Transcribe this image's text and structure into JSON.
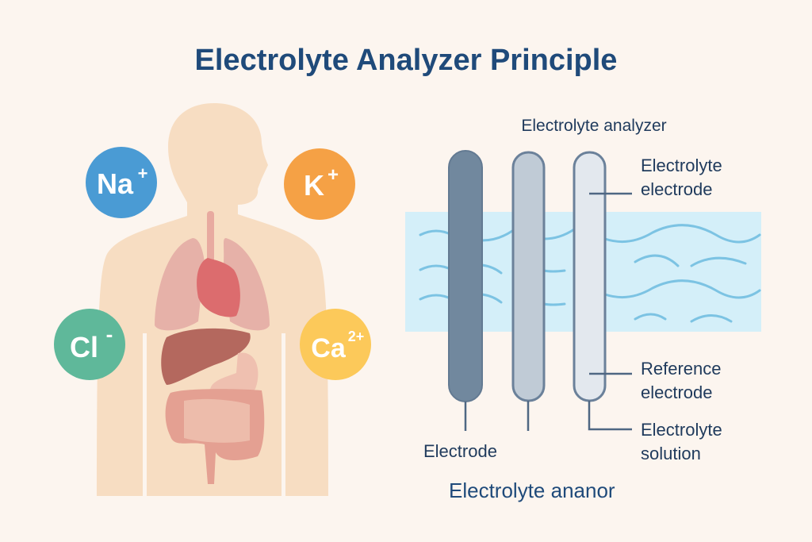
{
  "title": "Electrolyte Analyzer Principle",
  "ions": [
    {
      "symbol": "Na",
      "charge": "+",
      "color": "#4a9bd4"
    },
    {
      "symbol": "K",
      "charge": "+",
      "color": "#f5a145"
    },
    {
      "symbol": "Cl",
      "charge": "-",
      "color": "#5fb89a"
    },
    {
      "symbol": "Ca",
      "charge": "2+",
      "color": "#fcc95a"
    }
  ],
  "analyzer": {
    "heading": "Electrolyte analyzer",
    "labels": {
      "electrolyte_electrode": [
        "Electrolyte",
        "electrode"
      ],
      "reference_electrode": [
        "Reference",
        "electrode"
      ],
      "electrolyte_solution": [
        "Electrolyte",
        "solution"
      ],
      "electrode": "Electrode"
    },
    "caption": "Electrolyte ananor"
  },
  "colors": {
    "title": "#1f4a7a",
    "solution": "#d4eff9",
    "wave": "#7cc3e3"
  }
}
